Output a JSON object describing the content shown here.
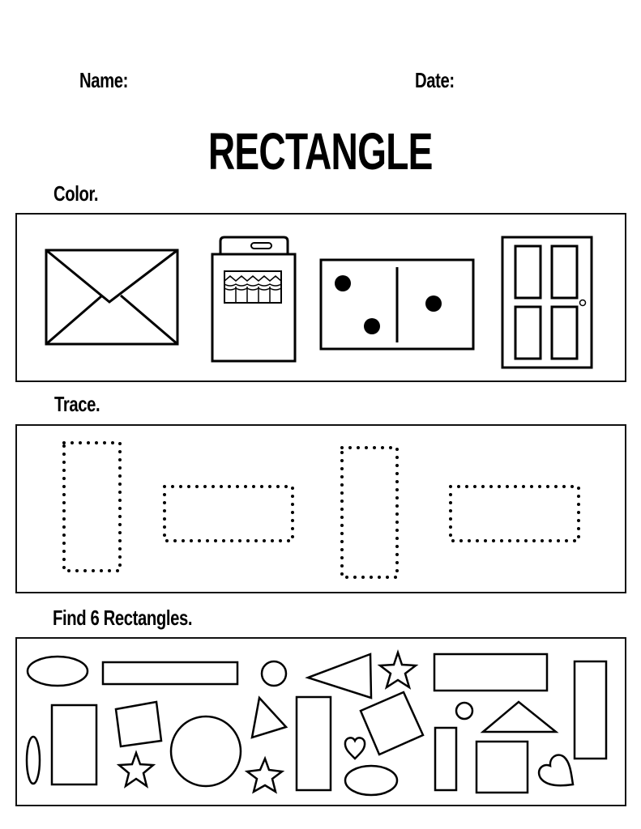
{
  "header": {
    "name_label": "Name:",
    "date_label": "Date:"
  },
  "title": "RECTANGLE",
  "sections": {
    "color": {
      "label": "Color.",
      "items": [
        "envelope",
        "crayon-box",
        "domino",
        "door"
      ]
    },
    "trace": {
      "label": "Trace.",
      "items": [
        "dotted-tall-rectangle",
        "dotted-wide-rectangle",
        "dotted-tall-rectangle",
        "dotted-wide-rectangle"
      ]
    },
    "find": {
      "label": "Find 6 Rectangles.",
      "shapes": [
        "oval",
        "long-rectangle",
        "small-circle",
        "triangle",
        "star",
        "wide-rectangle",
        "tall-rectangle",
        "vertical-oval",
        "rectangle",
        "tilted-square",
        "large-circle",
        "star",
        "triangle",
        "star",
        "tall-rectangle",
        "heart",
        "tilted-square",
        "oval",
        "thin-rectangle",
        "small-circle",
        "triangle",
        "square",
        "heart"
      ]
    }
  },
  "colors": {
    "ink": "#000000",
    "paper": "#ffffff"
  }
}
